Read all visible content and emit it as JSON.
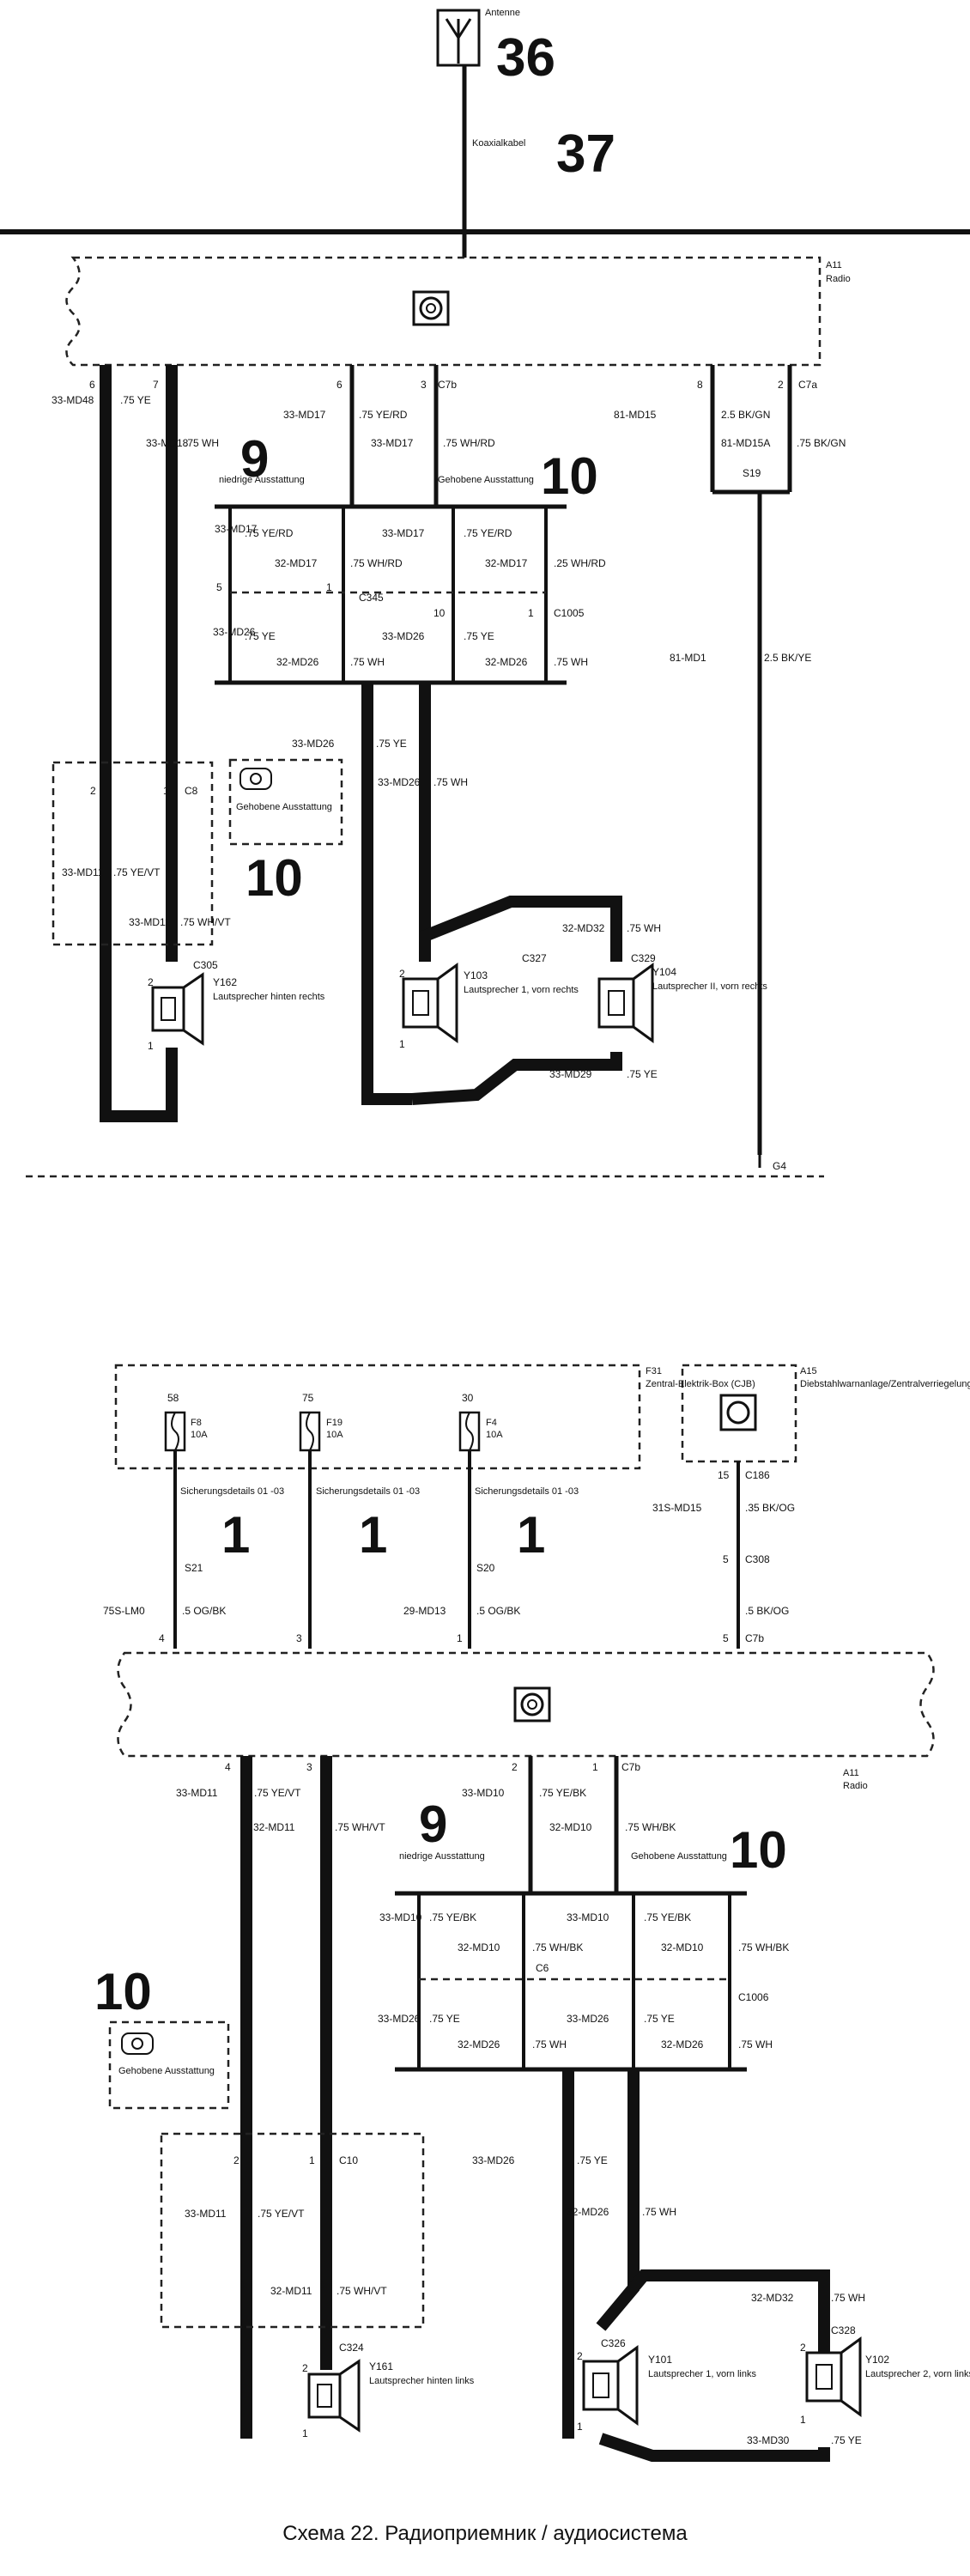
{
  "top": {
    "antenna_label": "Antenne",
    "antenna_num": "36",
    "coax_label": "Koaxialkabel",
    "coax_num": "37",
    "radio_ref": "A11",
    "radio_name": "Radio",
    "pins": {
      "p6": "6",
      "p7": "7",
      "p6b": "6",
      "p3": "3",
      "p8": "8",
      "p2": "2"
    },
    "conn_c7b": "C7b",
    "conn_c7a": "C7a",
    "w33md48": "33-MD48",
    "w75ye": ".75 YE",
    "w33md18": "33-MD18",
    "w75wh": ".75 WH",
    "w33md17a": "33-MD17",
    "w75yerd": ".75 YE/RD",
    "w33md17b": "33-MD17",
    "w75whrd": ".75 WH/RD",
    "w81md15": "81-MD15",
    "w25bkgn": "2.5 BK/GN",
    "w81md15a": "81-MD15A",
    "w75bkgn": ".75 BK/GN",
    "s19": "S19",
    "num9": "9",
    "num10a": "10",
    "low_trim": "niedrige Ausstattung",
    "high_trim": "Gehobene Ausstattung",
    "b_33md17": "33-MD17",
    "b_75yerd": ".75 YE/RD",
    "b_32md17": "32-MD17",
    "b_75whrd": ".75 WH/RD",
    "b_32md17b": "32-MD17",
    "b_25whrd": ".25 WH/RD",
    "b_33md17c": "33-MD17",
    "b_75yerd2": ".75 YE/RD",
    "c345": "C345",
    "c1005": "C1005",
    "b_33md26": "33-MD26",
    "b_75ye": ".75 YE",
    "b_32md26": "32-MD26",
    "b_75wh": ".75 WH",
    "b_33md26b": "33-MD26",
    "b_75ye2": ".75 YE",
    "b_32md26b": "32-MD26",
    "b_75wh2": ".75 WH",
    "pin5": "5",
    "pin1a": "1",
    "pin10": "10",
    "pin1b": "1",
    "w81md1": "81-MD1",
    "w25bkye": "2.5 BK/YE",
    "g4": "G4",
    "d_33md26": "33-MD26",
    "d_75ye": ".75 YE",
    "d_33md26b": "33-MD26",
    "d_75wh": ".75 WH",
    "c8": "C8",
    "c8_pin2": "2",
    "c8_pin1": "1",
    "high_trim2": "Gehobene Ausstattung",
    "num10b": "10",
    "d_33md11": "33-MD11",
    "d_75yevt": ".75 YE/VT",
    "d_33md11b": "33-MD11",
    "d_75whvt": ".75 WH/VT",
    "c305": "C305",
    "y162": "Y162",
    "y162_label": "Lautsprecher hinten rechts",
    "c327": "C327",
    "y103": "Y103",
    "y103_label": "Lautsprecher 1, vorn rechts",
    "c329": "C329",
    "y104": "Y104",
    "y104_label": "Lautsprecher II, vorn rechts",
    "e_32md32": "32-MD32",
    "e_75wh": ".75 WH",
    "e_33md29": "33-MD29",
    "e_75ye": ".75 YE",
    "pin2a": "2",
    "pin1c": "1",
    "pin2b": "2",
    "pin1d": "1"
  },
  "bottom": {
    "fusebox_ref": "F31",
    "fusebox_label": "Zentral-Elektrik-Box (CJB)",
    "fuses": [
      {
        "num": "58",
        "name": "F8",
        "amp": "10A"
      },
      {
        "num": "75",
        "name": "F19",
        "amp": "10A"
      },
      {
        "num": "30",
        "name": "F4",
        "amp": "10A"
      }
    ],
    "sc_label": "Sicherungsdetails 01 -03",
    "one": "1",
    "s21": "S21",
    "s20": "S20",
    "f_75sam": "75S-LM0",
    "f_5ogbk": ".5 OG/BK",
    "f_29md13": "29-MD13",
    "f_5ogbk2": ".5 OG/BK",
    "f_31smd15": "31S-MD15",
    "f_35bkog": ".35 BK/OG",
    "f_5bkog": ".5 BK/OG",
    "f_c308": "C308",
    "f_c186": "C186",
    "a15": "A15",
    "a15_label": "Diebstahlwarnanlage/Zentralverriegelungsmodul",
    "pin4": "4",
    "pin3": "3",
    "pin1": "1",
    "pin5": "5",
    "pin15": "15",
    "c7b": "C7b",
    "radio_ref": "A11",
    "radio_name": "Radio",
    "pins2": {
      "p4": "4",
      "p3": "3",
      "p2": "2",
      "p1": "1"
    },
    "c7b2": "C7b",
    "g_33md11": "33-MD11",
    "g_75yevt": ".75 YE/VT",
    "g_32md11": "32-MD11",
    "g_75whvt": ".75 WH/VT",
    "g_33md10": "33-MD10",
    "g_75yebk": ".75 YE/BK",
    "g_32md10": "32-MD10",
    "g_75whbk": ".75 WH/BK",
    "num9": "9",
    "num10a": "10",
    "low_trim": "niedrige Ausstattung",
    "high_trim": "Gehobene Ausstattung",
    "h_33md10": "33-MD10",
    "h_75yebk": ".75 YE/BK",
    "h_32md10": "32-MD10",
    "h_75whbk": ".75 WH/BK",
    "h_33md10b": "33-MD10",
    "h_75yebk2": ".75 YE/BK",
    "h_32md10b": "32-MD10",
    "h_75whbk2": ".75 WH/BK",
    "c6": "C6",
    "c1006": "C1006",
    "h_33md26": "33-MD26",
    "h_75ye": ".75 YE",
    "h_32md26": "32-MD26",
    "h_75wh": ".75 WH",
    "h_33md26b": "33-MD26",
    "h_75ye2": ".75 YE",
    "h_32md26b": "32-MD26",
    "h_75wh2": ".75 WH",
    "num10b": "10",
    "high_trim2": "Gehobene Ausstattung",
    "c10": "C10",
    "c10_pin2": "2",
    "c10_pin1": "1",
    "i_33md11": "33-MD11",
    "i_75yevt": ".75 YE/VT",
    "i_32md11": "32-MD11",
    "i_75whvt": ".75 WH/VT",
    "j_33md26": "33-MD26",
    "j_75ye": ".75 YE",
    "j_32md26": "32-MD26",
    "j_75wh": ".75 WH",
    "c324": "C324",
    "y161": "Y161",
    "y161_label": "Lautsprecher hinten links",
    "c326": "C326",
    "y101": "Y101",
    "y101_label": "Lautsprecher 1, vorn links",
    "c328": "C328",
    "y102": "Y102",
    "y102_label": "Lautsprecher 2, vorn links",
    "k_32md32": "32-MD32",
    "k_75wh": ".75 WH",
    "k_33md30": "33-MD30",
    "k_75ye": ".75 YE",
    "pin2c": "2",
    "pin1e": "1",
    "pin2d": "2",
    "pin1f": "1",
    "pin2e": "2",
    "pin1g": "1"
  },
  "caption": "Схема 22. Радиоприемник / аудиосистема"
}
